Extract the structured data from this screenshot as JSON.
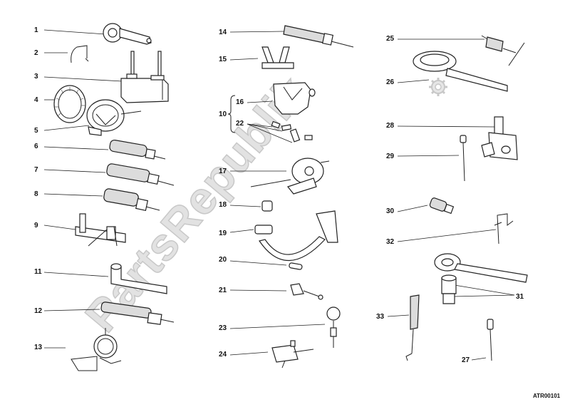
{
  "watermark": {
    "text": "PartsRepublik"
  },
  "drawing_ref": "ATR00101",
  "callouts": [
    "1",
    "2",
    "3",
    "4",
    "5",
    "6",
    "7",
    "8",
    "9",
    "10",
    "11",
    "12",
    "13",
    "14",
    "15",
    "16",
    "17",
    "18",
    "19",
    "20",
    "21",
    "22",
    "23",
    "24",
    "25",
    "26",
    "27",
    "28",
    "29",
    "30",
    "31",
    "32",
    "33"
  ]
}
